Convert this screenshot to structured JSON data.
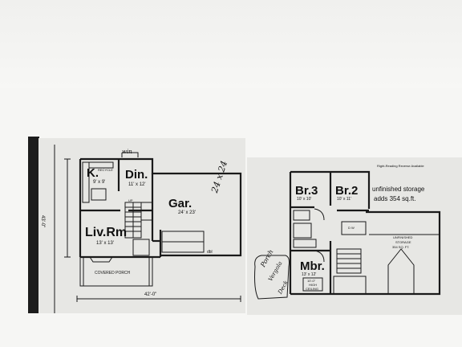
{
  "first_floor": {
    "kitchen": {
      "label": "K.",
      "dim": "9' x 9'"
    },
    "recycle": "RECYCLE",
    "dining": {
      "label": "Din.",
      "dim": "11' x 12'"
    },
    "living": {
      "label": "Liv.Rm",
      "dim": "13' x 13'"
    },
    "garage": {
      "label": "Gar.",
      "dim": "24' x 23'"
    },
    "garage_note": "24 x 24",
    "porch": "COVERED PORCH",
    "width_dim": "42'-0\"",
    "depth_dim": "43'-0\"",
    "window_note": "win",
    "up": "UP",
    "dbl": "dbl"
  },
  "second_floor": {
    "reverse_note": "Right-Reading Reverse Available",
    "br3": {
      "label": "Br.3",
      "dim": "10' x 10'"
    },
    "br2": {
      "label": "Br.2",
      "dim": "10' x 11'"
    },
    "storage_note_line1": "unfinished storage",
    "storage_note_line2": "adds 354 sq.ft.",
    "storage_label_line1": "UNFINISHED",
    "storage_label_line2": "STORAGE",
    "storage_label_line3": "354 SQ. FT.",
    "mbr": {
      "label": "Mbr.",
      "dim": "13' x 12'"
    },
    "ceiling_line1": "10'-0\"",
    "ceiling_line2": "HIGH",
    "ceiling_line3": "CEILING",
    "porch_note_line1": "Porch",
    "porch_note_line2": "Vergola",
    "porch_note_line3": "Deck",
    "dw": "D W"
  },
  "colors": {
    "line": "#1a1a1a",
    "paper": "#f6f6f4",
    "shade": "#e7e7e4"
  }
}
